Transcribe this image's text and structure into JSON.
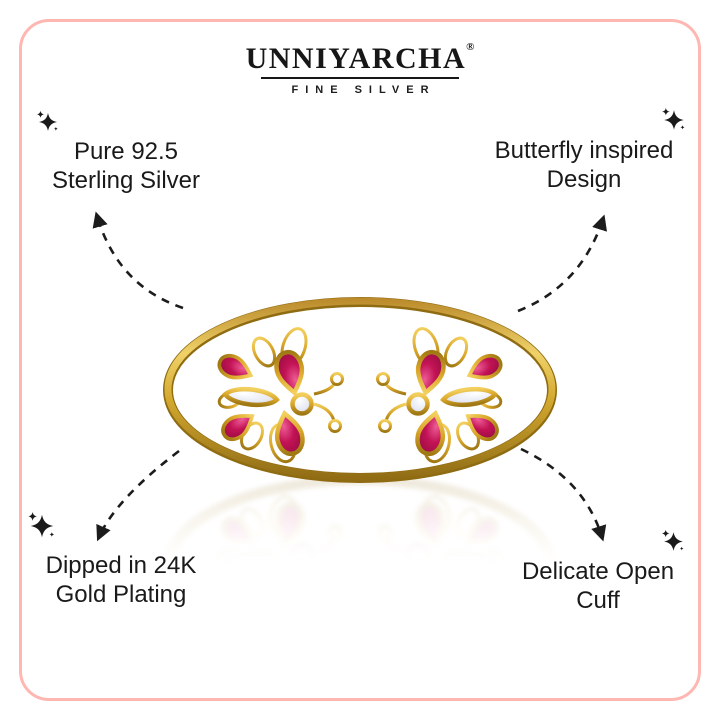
{
  "brand": {
    "name": "UNNIYARCHA",
    "registered_mark": "®",
    "tagline": "FINE SILVER"
  },
  "product": {
    "description": "Gold open cuff bracelet with two butterfly motifs set with ruby pear stones and white crystal stones"
  },
  "features": {
    "top_left": {
      "line1": "Pure 92.5",
      "line2": "Sterling Silver"
    },
    "top_right": {
      "line1": "Butterfly inspired",
      "line2": "Design"
    },
    "bottom_left": {
      "line1": "Dipped in 24K",
      "line2": "Gold Plating"
    },
    "bottom_right": {
      "line1": "Delicate Open",
      "line2": "Cuff"
    }
  },
  "icons": {
    "sparkle": "four-point-star-sparkle"
  },
  "colors": {
    "background": "#ffffff",
    "frame_border": "#ffb7b2",
    "text": "#1a1a1a",
    "arrow": "#1c1c1c",
    "gold": "#d9a62a",
    "gold_light": "#f6dd7e",
    "gold_dark": "#8f6b12",
    "ruby": "#c21355",
    "ruby_dark": "#8e0c3e",
    "crystal": "#e6e9f4"
  }
}
